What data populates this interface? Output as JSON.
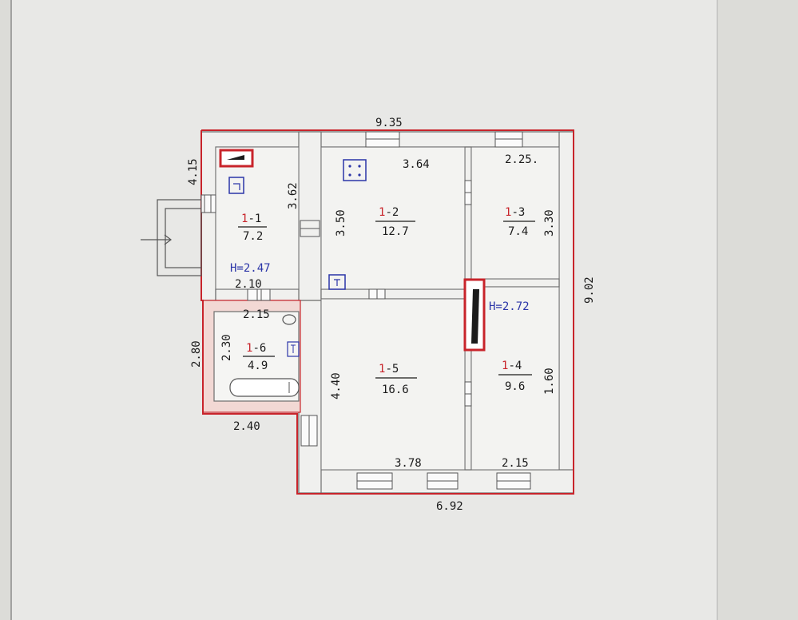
{
  "plan": {
    "overall": {
      "top_width": "9.35",
      "bottom_width": "6.92",
      "right_height": "9.02"
    },
    "dimensions": {
      "d_415": "4.15",
      "d_362": "3.62",
      "d_350": "3.50",
      "d_364": "3.64",
      "d_225": "2.25.",
      "d_330": "3.30",
      "d_210": "2.10",
      "d_215_bath": "2.15",
      "d_280": "2.80",
      "d_230": "2.30",
      "d_440": "4.40",
      "d_378": "3.78",
      "d_215_room": "2.15",
      "d_240": "2.40",
      "d_160": "1.60"
    },
    "heights": {
      "h1": "H=2.47",
      "h2": "H=2.72"
    },
    "rooms": [
      {
        "prefix": "1",
        "suffix": "-1",
        "area": "7.2"
      },
      {
        "prefix": "1",
        "suffix": "-2",
        "area": "12.7"
      },
      {
        "prefix": "1",
        "suffix": "-3",
        "area": "7.4"
      },
      {
        "prefix": "1",
        "suffix": "-4",
        "area": "9.6"
      },
      {
        "prefix": "1",
        "suffix": "-5",
        "area": "16.6"
      },
      {
        "prefix": "1",
        "suffix": "-6",
        "area": "4.9"
      }
    ],
    "colors": {
      "wall_fill": "#eeeeec",
      "outline_red": "#c8242b",
      "ink": "#1b1b1b",
      "blue_ink": "#2b35a8",
      "bath_fill": "#f2d8d4"
    }
  }
}
